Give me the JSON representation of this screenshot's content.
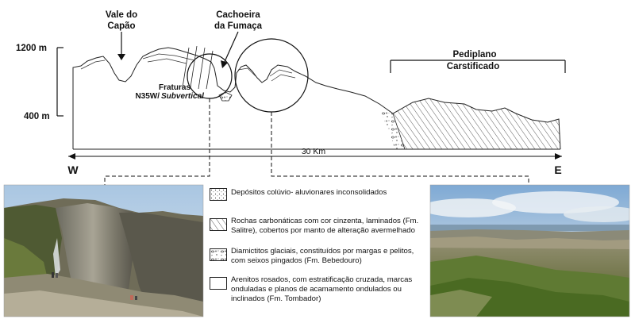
{
  "profile": {
    "labels": {
      "vale": [
        "Vale do",
        "Capão"
      ],
      "cachoeira": [
        "Cachoeira",
        "da Fumaça"
      ],
      "fraturas": [
        "Fraturas",
        "N35W/",
        "Subvertical"
      ],
      "pediplano": [
        "Pediplano",
        "Carstificado"
      ]
    },
    "altitudes": [
      "1200 m",
      "400 m"
    ],
    "distance": "30 Km",
    "west": "W",
    "east": "E"
  },
  "legend": [
    {
      "pattern": "dots",
      "text": "Depósitos colúvio- aluvionares inconsolidados"
    },
    {
      "pattern": "hatch",
      "text": "Rochas carbonáticas com cor cinzenta, laminados (Fm. Salitre), cobertos por manto de alteração avermelhado"
    },
    {
      "pattern": "pebbles",
      "text": "Diamictitos glaciais, constituídos por margas e pelitos, com seixos pingados (Fm. Bebedouro)"
    },
    {
      "pattern": "plain",
      "text": "Arenitos rosados, com estratificação cruzada, marcas onduladas e planos de acamamento ondulados ou inclinados (Fm. Tombador)"
    }
  ],
  "photos": {
    "left": "cliff-waterfall-photo",
    "right": "plateau-landscape-photo"
  }
}
